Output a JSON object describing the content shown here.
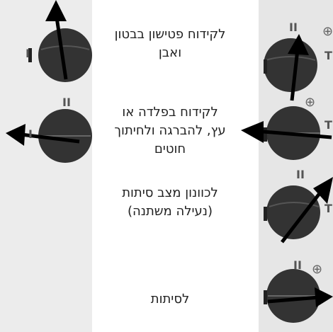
{
  "captions": [
    {
      "lines": [
        "לקידוח פטישון בבטון",
        "ואבן"
      ]
    },
    {
      "lines": [
        "לקידוח בפלדה או",
        "עץ, להברגה ולחיתוך",
        "חוטים"
      ]
    },
    {
      "lines": [
        "לכוונון מצב סיתות",
        "(נעילה משתנה)"
      ]
    },
    {
      "lines": [
        "לסיתות"
      ]
    }
  ],
  "knob_markings": {
    "mode_one": "I",
    "mode_two": "II",
    "mode_three": "T"
  },
  "colors": {
    "knob": "#3a3a3a",
    "knob_shadow": "#1f1f1f",
    "panel": "#ebebeb",
    "arrow": "#000000",
    "text": "#222222"
  },
  "icons": [
    "knob-icon",
    "hammer-icon",
    "arrow-icon"
  ]
}
